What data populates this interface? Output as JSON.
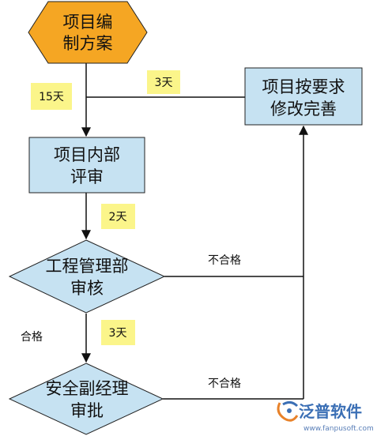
{
  "nodes": {
    "start": {
      "line1": "项目编",
      "line2": "制方案"
    },
    "revise": {
      "line1": "项目按要求",
      "line2": "修改完善"
    },
    "internal_review": {
      "line1": "项目内部",
      "line2": "评审"
    },
    "engineering_review": {
      "line1": "工程管理部",
      "line2": "审核"
    },
    "safety_approval": {
      "line1": "安全副经理",
      "line2": "审批"
    }
  },
  "edge_labels": {
    "start_to_internal": "15天",
    "revise_to_main": "3天",
    "internal_to_engineering": "2天",
    "engineering_to_safety": "3天",
    "engineering_fail": "不合格",
    "engineering_pass": "合格",
    "safety_fail": "不合格"
  },
  "logo": {
    "name": "泛普软件",
    "url": "www.fanpusoft.com"
  },
  "colors": {
    "start_fill": "#f5a623",
    "process_fill": "#c6e2f2",
    "badge_fill": "#fbf58a",
    "line": "#111111"
  }
}
